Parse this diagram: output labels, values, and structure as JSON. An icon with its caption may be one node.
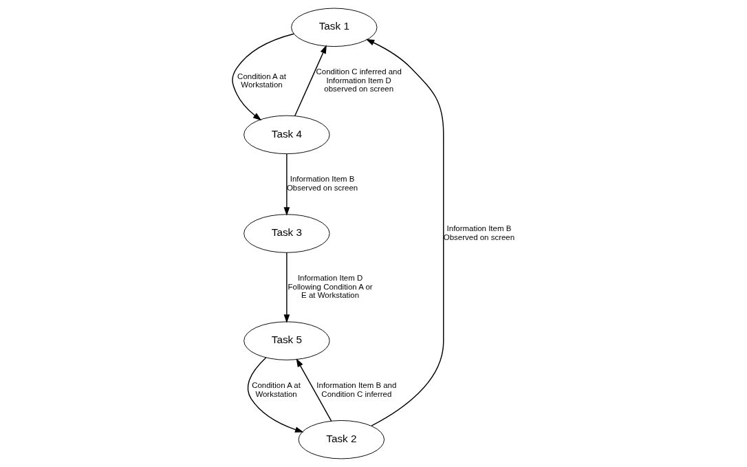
{
  "diagram": {
    "nodes": [
      {
        "text": [
          "Task 1"
        ]
      },
      {
        "text": [
          "Task 3"
        ]
      },
      {
        "text": [
          "Task 2"
        ]
      },
      {
        "text": [
          "Task 4"
        ]
      },
      {
        "text": [
          "Task 5"
        ]
      }
    ],
    "edges": [
      {
        "from": 0,
        "to": 3,
        "arrow": "to",
        "label": "Condition A at Workstation"
      },
      {
        "from": 3,
        "to": 0,
        "arrow": "to",
        "label": "Condition C inferred and Information Item D observed on screen"
      },
      {
        "from": 2,
        "to": 0,
        "arrow": "to",
        "label": "Information Item B Observed on screen"
      },
      {
        "from": 3,
        "to": 1,
        "arrow": "to",
        "label": "Information Item B Observed on screen"
      },
      {
        "from": 1,
        "to": 4,
        "arrow": "to",
        "label": "Information Item D Following Condition A or E at Workstation"
      },
      {
        "from": 2,
        "to": 4,
        "arrow": "to",
        "label": "Information Item B and Condition C inferred"
      },
      {
        "from": 4,
        "to": 2,
        "arrow": "to",
        "label": "Condition A at Workstation"
      }
    ]
  }
}
